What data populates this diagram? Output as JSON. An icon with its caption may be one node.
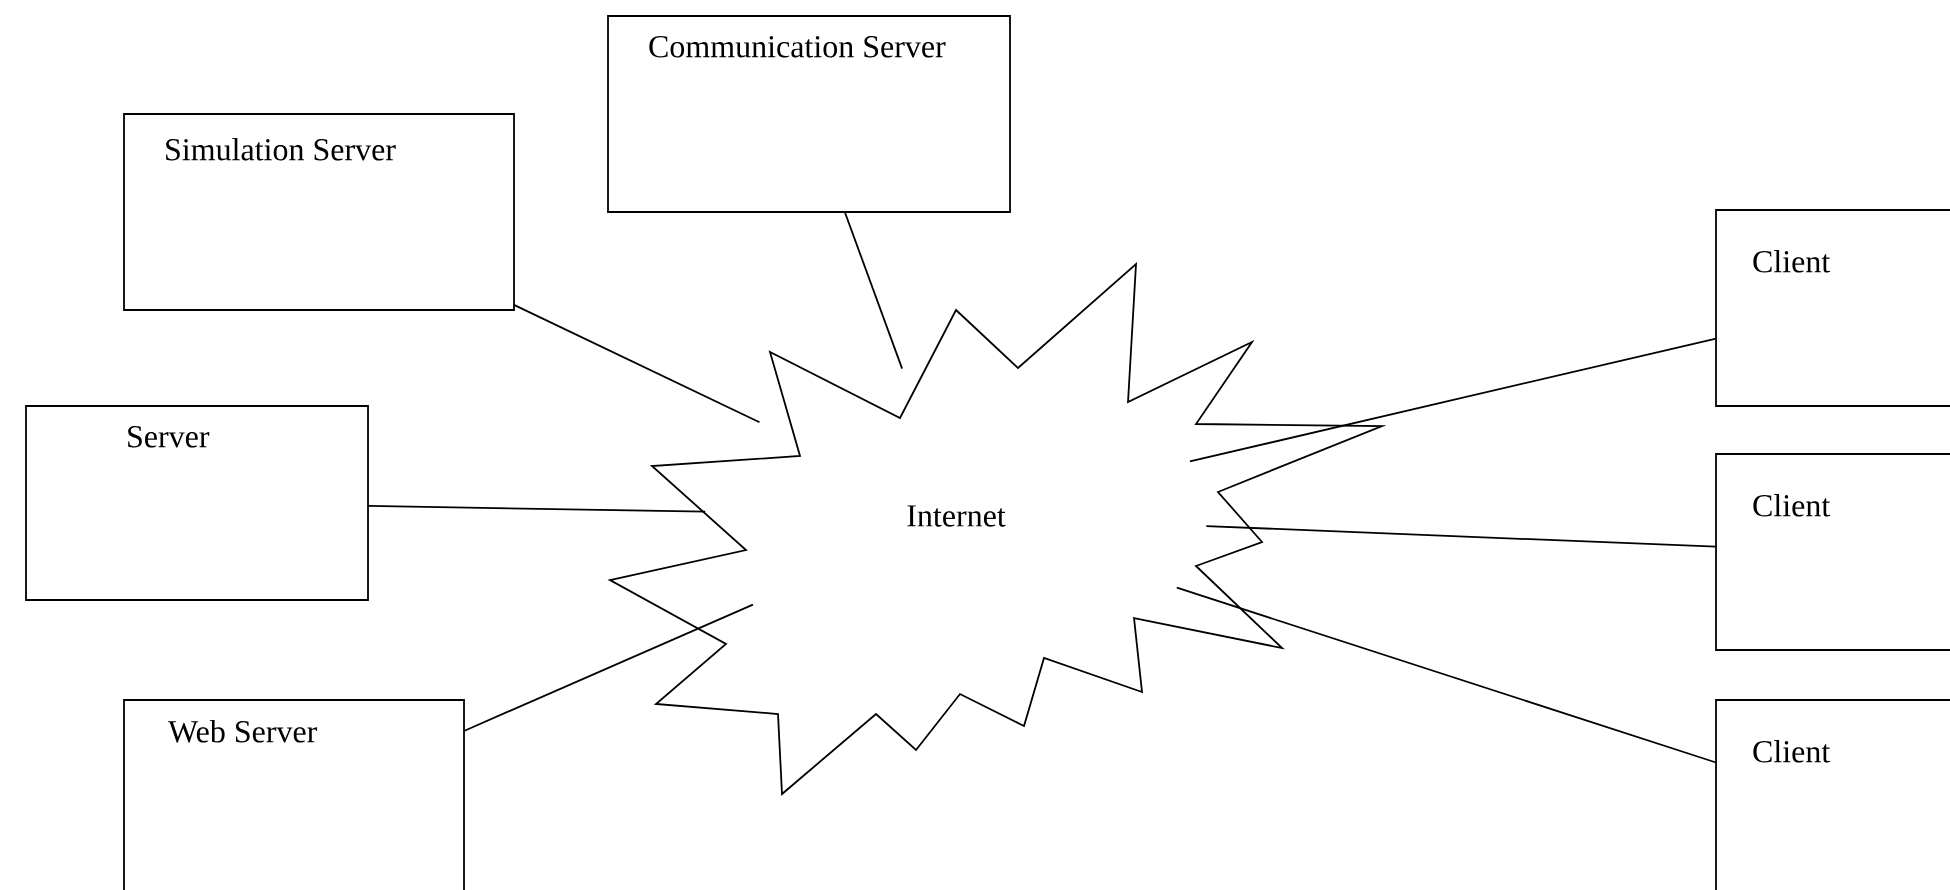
{
  "diagram": {
    "nodes": [
      {
        "text": [
          "Communication Server"
        ]
      },
      {
        "text": [
          "Simulation Server"
        ]
      },
      {
        "text": [
          "Server"
        ]
      },
      {
        "text": [
          "Web Server"
        ]
      },
      {
        "text": [
          "Internet"
        ]
      },
      {
        "text": [
          "Client"
        ]
      },
      {
        "text": [
          "Client"
        ]
      },
      {
        "text": [
          "Client"
        ]
      }
    ],
    "edges": [
      {
        "from": 0,
        "to": 4,
        "arrow": "none"
      },
      {
        "from": 1,
        "to": 4,
        "arrow": "none"
      },
      {
        "from": 2,
        "to": 4,
        "arrow": "none"
      },
      {
        "from": 3,
        "to": 4,
        "arrow": "none"
      },
      {
        "from": 4,
        "to": 5,
        "arrow": "none"
      },
      {
        "from": 4,
        "to": 6,
        "arrow": "none"
      },
      {
        "from": 4,
        "to": 7,
        "arrow": "none"
      }
    ]
  }
}
